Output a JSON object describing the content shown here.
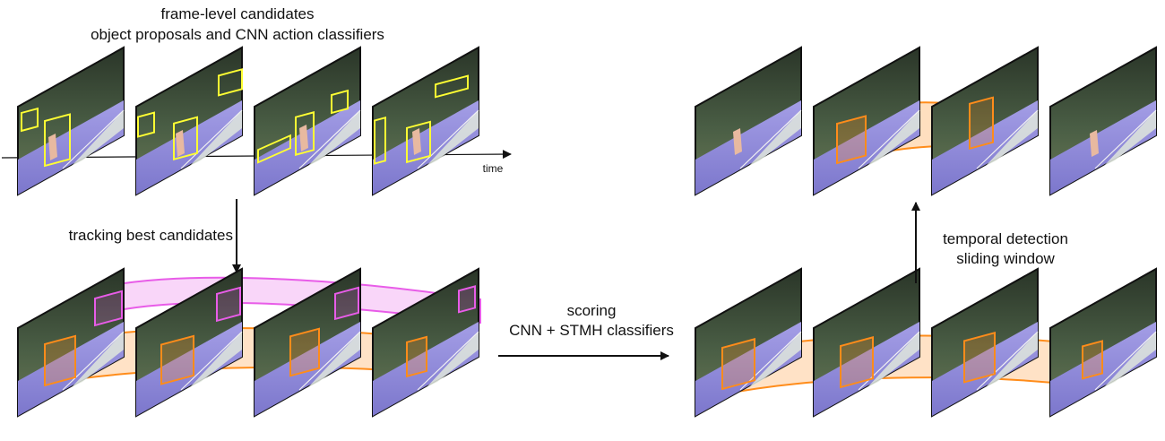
{
  "title": {
    "line1": "frame-level candidates",
    "line2": "object proposals and CNN action classifiers"
  },
  "labels": {
    "time": "time",
    "tracking": "tracking best candidates",
    "scoring_line1": "scoring",
    "scoring_line2": "CNN + STMH classifiers",
    "temporal_line1": "temporal detection",
    "temporal_line2": "sliding window"
  },
  "colors": {
    "candidate_box": "#ffff33",
    "track_orange": "#ff8c1a",
    "track_magenta": "#e85ce8",
    "court": "#8c88d8",
    "trees": "#4a5e45",
    "frame_edge": "#1a1a1a",
    "arrow": "#111111"
  },
  "frames": {
    "row1_count": 4,
    "row2_count": 4,
    "row3_count": 4,
    "row4_count": 4
  }
}
